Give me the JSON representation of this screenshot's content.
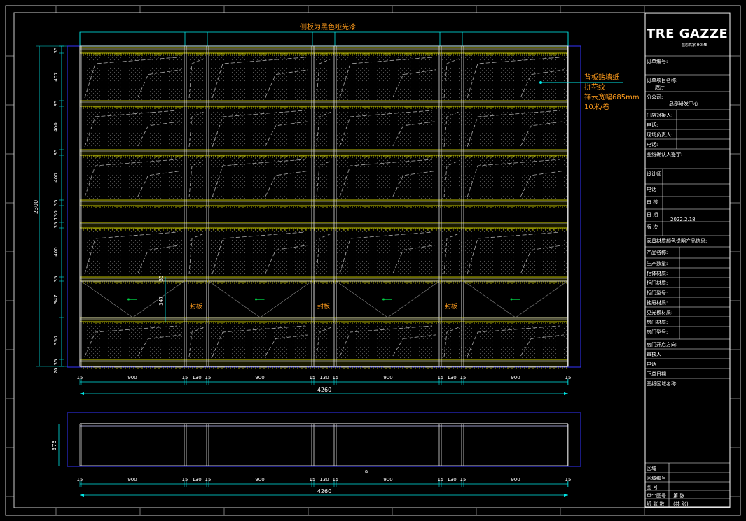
{
  "drawing": {
    "note_top": "侧板为黑色哑光漆",
    "callout": [
      "背板贴墙纸",
      "拼花纹",
      "祥云宽幅685mm",
      "10米/卷"
    ],
    "insert_label": "封板",
    "overall_height_label": "2300",
    "vertical_dims": [
      "35",
      "407",
      "35",
      "400",
      "35",
      "400",
      "35",
      "130",
      "35",
      "400",
      "35",
      "347",
      "350",
      "35",
      "20"
    ],
    "drawer_dim_label": "347",
    "drawer_dim_top": "35",
    "plan_depth_label": "375",
    "plan_mark": "a",
    "bottom_dims": [
      "15",
      "900",
      "15",
      "130",
      "15",
      "15",
      "900",
      "15",
      "130",
      "15",
      "900",
      "15",
      "130",
      "15",
      "900",
      "15"
    ],
    "total_width_label": "4260",
    "accent_colors": {
      "cyan": "#00e5e5",
      "blue": "#3333ff",
      "yellow": "#e6e600",
      "orange": "#ff9c1c",
      "green": "#00cc44"
    }
  },
  "title_block": {
    "logo": "TRE GAZZE",
    "logo_sub": "蓝思高家 HOME",
    "fields": [
      {
        "label": "订单编号:",
        "value": ""
      },
      {
        "label": "订单项目名称:",
        "value": "庞厅"
      },
      {
        "label": "分公司:",
        "value": "总部研发中心"
      },
      {
        "label": "门店对接人:",
        "value": ""
      },
      {
        "label": "电话:",
        "value": ""
      },
      {
        "label": "现场负责人:",
        "value": ""
      },
      {
        "label": "电话:",
        "value": ""
      },
      {
        "label": "图纸确认人签字:",
        "value": ""
      },
      {
        "label": "设计师",
        "value": ""
      },
      {
        "label": "电话",
        "value": ""
      },
      {
        "label": "审  核",
        "value": ""
      },
      {
        "label": "日  期",
        "value": "2022.2.18"
      },
      {
        "label": "版  次",
        "value": ""
      },
      {
        "label": "家具材质颜色说明产品信息:",
        "value": ""
      },
      {
        "label": "产品名称:",
        "value": ""
      },
      {
        "label": "生产数量:",
        "value": ""
      },
      {
        "label": "柜体材质:",
        "value": ""
      },
      {
        "label": "柜门材质:",
        "value": ""
      },
      {
        "label": "柜门型号:",
        "value": ""
      },
      {
        "label": "抽屉材质:",
        "value": ""
      },
      {
        "label": "见光板材质:",
        "value": ""
      },
      {
        "label": "房门材质:",
        "value": ""
      },
      {
        "label": "房门型号:",
        "value": ""
      },
      {
        "label": "房门开启方向:",
        "value": ""
      },
      {
        "label": "审核人",
        "value": ""
      },
      {
        "label": "电话",
        "value": ""
      },
      {
        "label": "下单日期",
        "value": ""
      },
      {
        "label": "图纸区域名称:",
        "value": ""
      },
      {
        "label": "区域",
        "value": ""
      },
      {
        "label": "区域编号",
        "value": ""
      },
      {
        "label": "图  号",
        "value": ""
      },
      {
        "label": "单个图号",
        "value": "第  张"
      },
      {
        "label": "纸 张 数",
        "value": "(共  张)"
      }
    ]
  }
}
